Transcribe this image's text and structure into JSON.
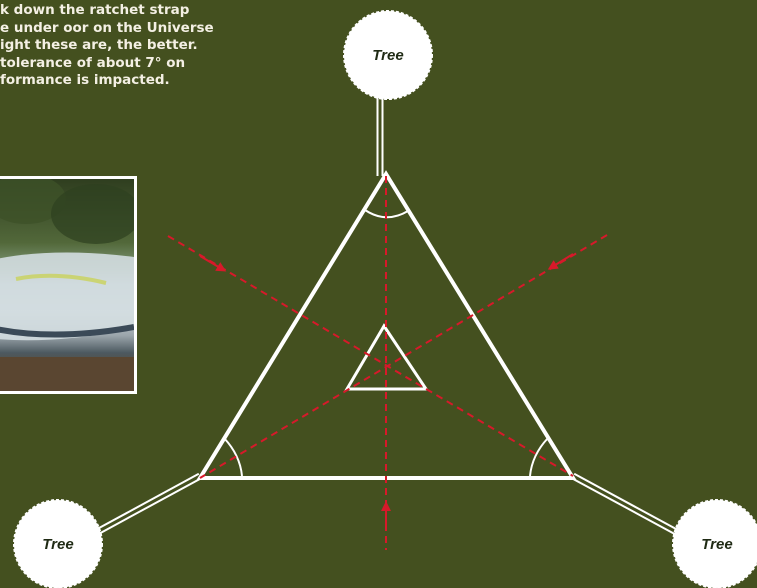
{
  "instructions": {
    "lines": [
      "k down the ratchet strap",
      "e under oor on the Universe",
      "ight these are, the better.",
      " tolerance of about 7° on",
      "formance is impacted."
    ]
  },
  "trees": {
    "top": "Tree",
    "bottom_left": "Tree",
    "bottom_right": "Tree"
  },
  "colors": {
    "background": "#44501f",
    "lines": "#ffffff",
    "arrows": "#d7192a"
  }
}
